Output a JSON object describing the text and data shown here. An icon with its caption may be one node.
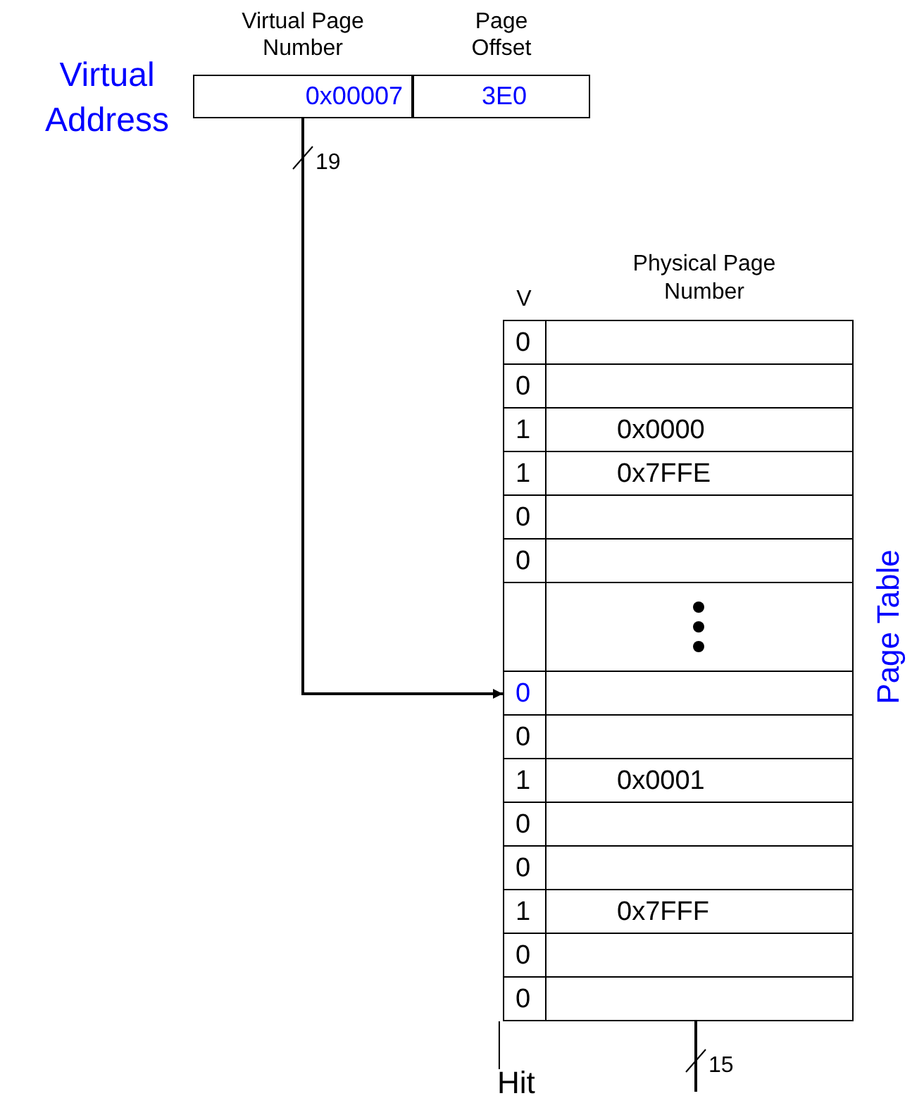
{
  "diagram": {
    "nodes": [
      {
        "text": [
          "Virtual Page Number",
          "0x00007"
        ]
      },
      {
        "text": [
          "Page Offset",
          "3E0"
        ]
      },
      {
        "text": [
          "Page Table"
        ]
      },
      {
        "text": [
          "0"
        ],
        "in": 2
      },
      {
        "text": [
          "0"
        ],
        "in": 2
      },
      {
        "text": [
          "1",
          "0x0000"
        ],
        "in": 2
      },
      {
        "text": [
          "1",
          "0x7FFE"
        ],
        "in": 2
      },
      {
        "text": [
          "0"
        ],
        "in": 2
      },
      {
        "text": [
          "0"
        ],
        "in": 2
      },
      {
        "text": [],
        "shape": "box",
        "in": 2
      },
      {
        "text": [
          "0"
        ],
        "in": 2
      },
      {
        "text": [
          "0"
        ],
        "in": 2
      },
      {
        "text": [
          "1",
          "0x0001"
        ],
        "in": 2
      },
      {
        "text": [
          "0"
        ],
        "in": 2
      },
      {
        "text": [
          "0"
        ],
        "in": 2
      },
      {
        "text": [
          "1",
          "0x7FFF"
        ],
        "in": 2
      },
      {
        "text": [
          "0"
        ],
        "in": 2
      },
      {
        "text": [
          "0"
        ],
        "in": 2
      },
      {
        "text": [
          "Hit"
        ]
      }
    ],
    "edges": [
      {
        "from": 0,
        "to": 10,
        "arrow": "to",
        "label": "19"
      },
      {
        "from": 2,
        "to": 18,
        "arrow": "none"
      },
      {
        "from": 2,
        "to": null,
        "arrow": "none",
        "label": "15"
      }
    ],
    "labels": [
      "Virtual Address",
      "V",
      "Physical Page Number"
    ]
  }
}
